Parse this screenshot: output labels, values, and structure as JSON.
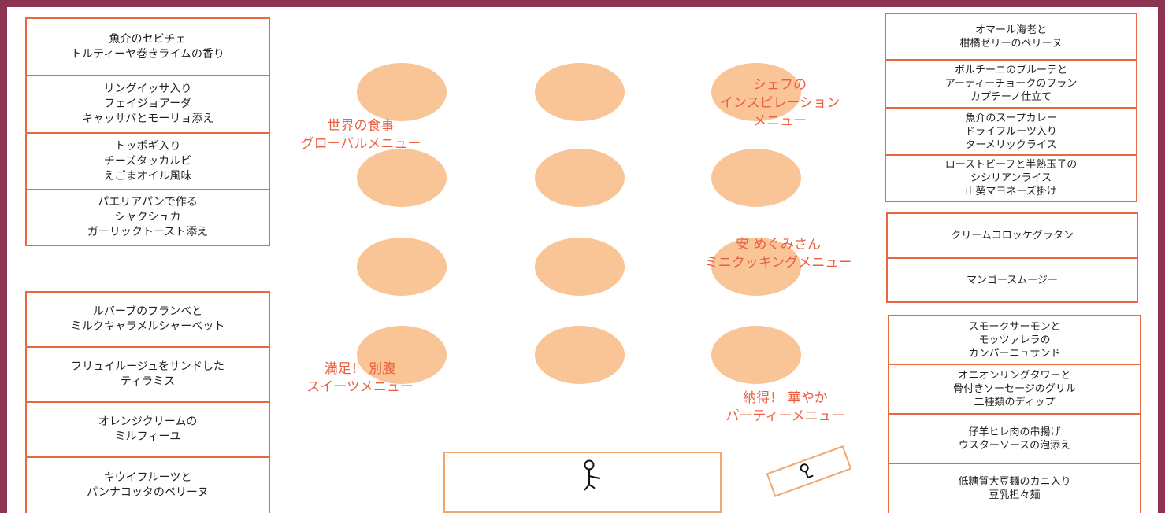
{
  "left_top_menu": [
    {
      "label": "魚介のセビチェ\nトルティーヤ巻きライムの香り"
    },
    {
      "label": "リングイッサ入り\nフェイジョアーダ\nキャッサバとモーリョ添え"
    },
    {
      "label": "トッポギ入り\nチーズタッカルビ\nえごまオイル風味"
    },
    {
      "label": "パエリアパンで作る\nシャクシュカ\nガーリックトースト添え"
    }
  ],
  "left_bottom_menu": [
    {
      "label": "ルバーブのフランベと\nミルクキャラメルシャーベット"
    },
    {
      "label": "フリュイルージュをサンドした\nティラミス"
    },
    {
      "label": "オレンジクリームの\nミルフィーユ"
    },
    {
      "label": "キウイフルーツと\nパンナコッタのペリーヌ"
    }
  ],
  "right_top_menu": [
    {
      "label": "オマール海老と\n柑橘ゼリーのペリーヌ"
    },
    {
      "label": "ポルチーニのブルーテと\nアーティーチョークのフラン\nカプチーノ仕立て"
    },
    {
      "label": "魚介のスープカレー\nドライフルーツ入り\nターメリックライス"
    },
    {
      "label": "ローストビーフと半熟玉子の\nシシリアンライス\n山葵マヨネーズ掛け"
    }
  ],
  "right_middle_menu": [
    {
      "label": "クリームコロッケグラタン"
    },
    {
      "label": "マンゴースムージー"
    }
  ],
  "right_bottom_menu": [
    {
      "label": "スモークサーモンと\nモッツァレラの\nカンパーニュサンド"
    },
    {
      "label": "オニオンリングタワーと\n骨付きソーセージのグリル\n二種類のディップ"
    },
    {
      "label": "仔羊ヒレ肉の串揚げ\nウスターソースの泡添え"
    },
    {
      "label": "低糖質大豆麺のカニ入り\n豆乳担々麺"
    }
  ],
  "zones": {
    "world": "世界の食事\nグローバルメニュー",
    "chef": "シェフの\nインスピレーション\nメニュー",
    "mini": "安 めぐみさん\nミニクッキングメニュー",
    "sweets": "満足！ 別腹\nスイーツメニュー",
    "party": "納得！ 華やか\nパーティーメニュー"
  },
  "tables_count": 12,
  "colors": {
    "frame": "#8b3350",
    "card_border": "#e8683f",
    "table_fill": "#f9c597",
    "zone_text": "#ea5f3f",
    "counter_border": "#f0a870"
  },
  "icons": [
    "staff-person-icon",
    "staff-person-icon"
  ]
}
